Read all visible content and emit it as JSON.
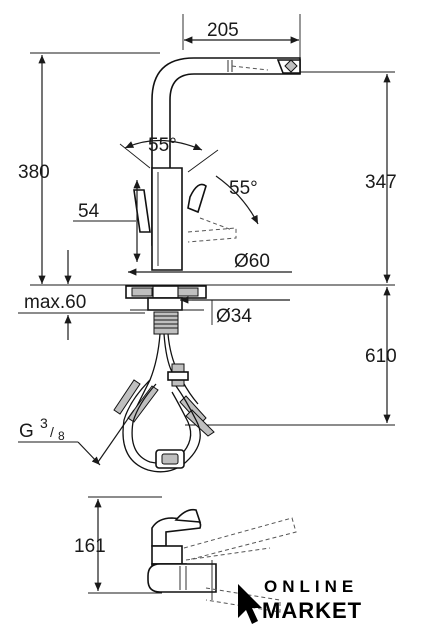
{
  "dimensions": {
    "width_top": "205",
    "height_total": "380",
    "height_spout": "347",
    "angle_left": "55°",
    "angle_right": "55°",
    "lever_offset": "54",
    "base_diameter": "Ø60",
    "max_thickness": "max.60",
    "hole_diameter": "Ø34",
    "hose_length": "610",
    "connection_g": "G",
    "connection_num": "3",
    "connection_den": "8",
    "side_height": "161"
  },
  "logo": {
    "line1": "ONLINE",
    "line2": "MARKET"
  }
}
